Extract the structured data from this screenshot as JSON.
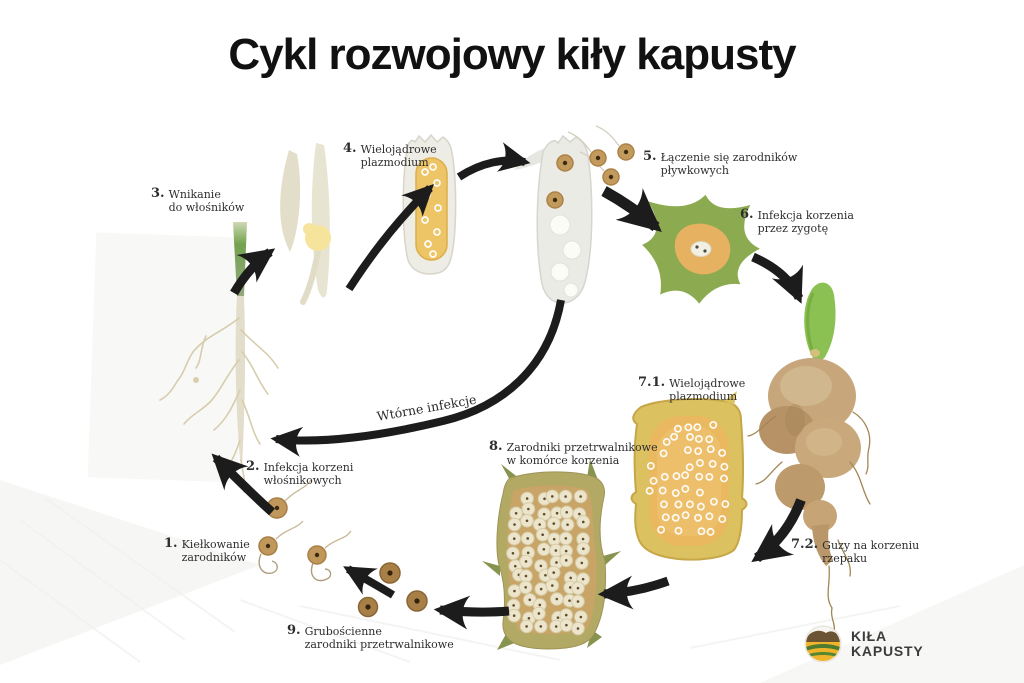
{
  "title": "Cykl rozwojowy kiły kapusty",
  "labels": {
    "s1": {
      "num": "1.",
      "text": "Kiełkowanie\nzarodników"
    },
    "s2": {
      "num": "2.",
      "text": "Infekcja korzeni\nwłośnikowych"
    },
    "s3": {
      "num": "3.",
      "text": "Wnikanie\ndo włośników"
    },
    "s4": {
      "num": "4.",
      "text": "Wielojądrowe\nplazmodium"
    },
    "s5": {
      "num": "5.",
      "text": "Łączenie się zarodników\npływkowych"
    },
    "s6": {
      "num": "6.",
      "text": "Infekcja korzenia\nprzez zygotę"
    },
    "s71": {
      "num": "7.1.",
      "text": "Wielojądrowe\nplazmodium"
    },
    "s72": {
      "num": "7.2.",
      "text": "Guzy na korzeniu\nrzepaku"
    },
    "s8": {
      "num": "8.",
      "text": "Zarodniki przetrwalnikowe\nw komórce korzenia"
    },
    "s9": {
      "num": "9.",
      "text": "Grubościenne\nzarodniki przetrwalnikowe"
    }
  },
  "annotations": {
    "secondary_infection": "Wtórne infekcje"
  },
  "logo": {
    "line1": "KIŁA",
    "line2": "KAPUSTY"
  },
  "colors": {
    "background": "#ffffff",
    "title_text": "#111111",
    "label_text": "#2e2e2e",
    "arrow": "#1c1c1c",
    "spore_tan": "#c1985c",
    "plasmodium_yellow": "#edc566",
    "infected_cell_green": "#8cab50",
    "gall_brown": "#c6a67a",
    "resting_spore_cream": "#ece5cc",
    "cell_wall_olive": "#b2a965",
    "logo_yellow": "#f0b42b",
    "logo_green": "#4d7b2f"
  }
}
